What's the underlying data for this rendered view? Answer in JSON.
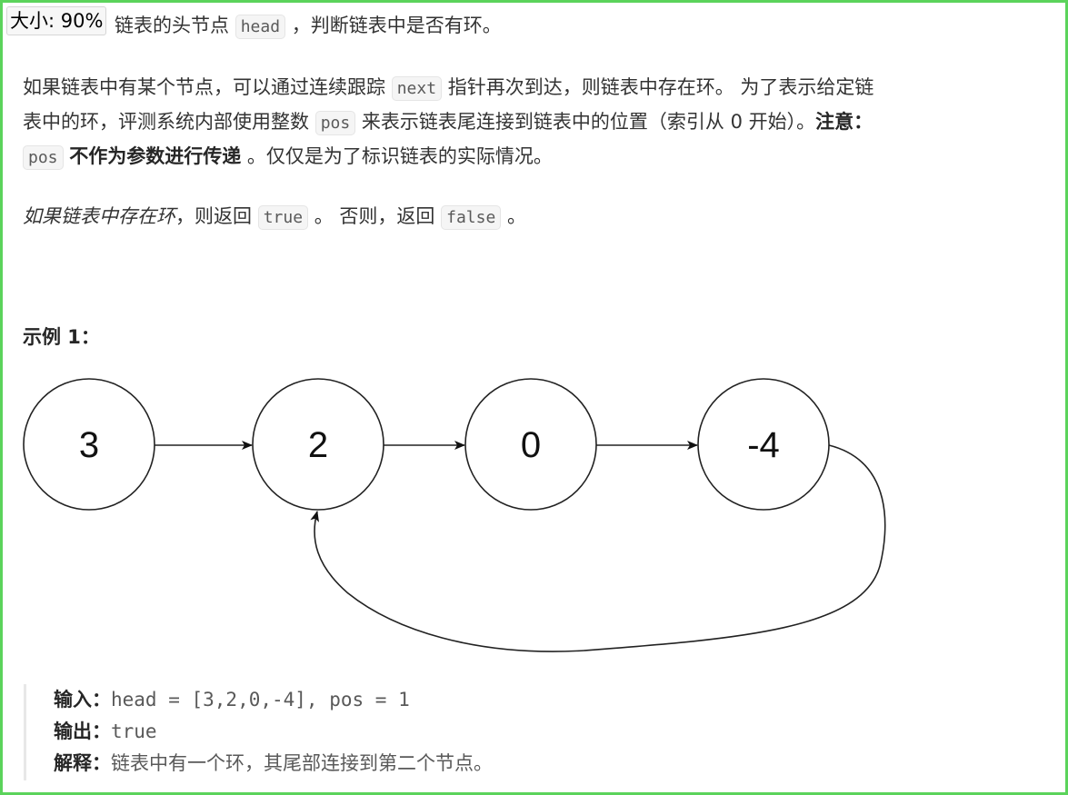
{
  "zoom_badge": "大小: 90%",
  "intro": {
    "line1_text": "链表的头节点",
    "line1_code": "head",
    "line1_tail": "，判断链表中是否有环。"
  },
  "paragraph2": {
    "l1_a": "如果链表中有某个节点，可以通过连续跟踪",
    "l1_code": "next",
    "l1_b": "指针再次到达，则链表中存在环。 为了表示给定链",
    "l2_a": "表中的环，评测系统内部使用整数",
    "l2_code": "pos",
    "l2_b": "来表示链表尾连接到链表中的位置（索引从 0 开始）。",
    "l2_bold": "注意：",
    "l3_code": "pos",
    "l3_bold": "不作为参数进行传递",
    "l3_b": "。仅仅是为了标识链表的实际情况。"
  },
  "paragraph3": {
    "italic": "如果链表中存在环",
    "a": "，则返回",
    "code_true": "true",
    "b": "。 否则，返回",
    "code_false": "false",
    "c": "。"
  },
  "example": {
    "title": "示例 1：",
    "nodes": [
      "3",
      "2",
      "0",
      "-4"
    ],
    "input_label": "输入：",
    "input_value": "head = [3,2,0,-4], pos = 1",
    "output_label": "输出：",
    "output_value": "true",
    "explain_label": "解释：",
    "explain_value": "链表中有一个环，其尾部连接到第二个节点。"
  },
  "colors": {
    "frame_border": "#5bd35b",
    "code_bg": "#f5f5f5",
    "text": "#262626"
  }
}
